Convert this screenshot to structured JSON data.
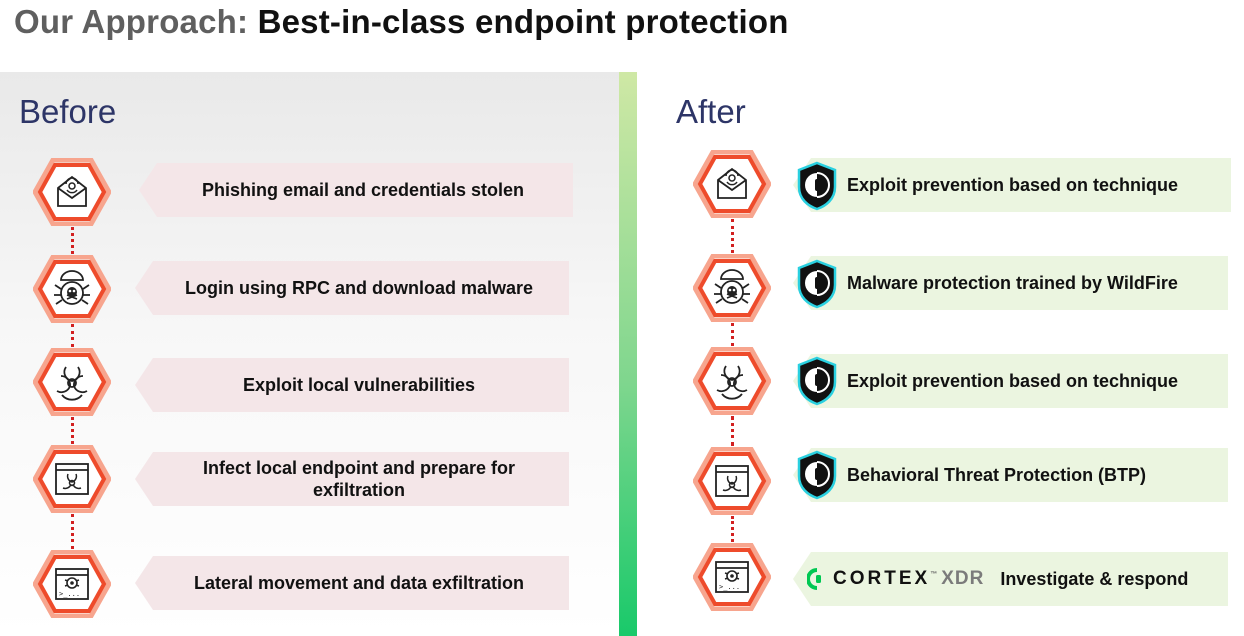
{
  "title": {
    "prefix": "Our Approach:",
    "main": "Best-in-class endpoint protection"
  },
  "before": {
    "heading": "Before",
    "steps": [
      {
        "label": "Phishing email and credentials stolen",
        "icon": "phishing-envelope-icon"
      },
      {
        "label": "Login using RPC and download malware",
        "icon": "malware-bug-icon"
      },
      {
        "label": "Exploit local vulnerabilities",
        "icon": "biohazard-icon"
      },
      {
        "label": "Infect local endpoint and prepare for exfiltration",
        "icon": "infected-window-icon"
      },
      {
        "label": "Lateral movement and data exfiltration",
        "icon": "terminal-virus-icon"
      }
    ]
  },
  "after": {
    "heading": "After",
    "steps": [
      {
        "label": "Exploit prevention based on technique",
        "icon": "cortex-shield-icon"
      },
      {
        "label": "Malware protection trained by WildFire",
        "icon": "cortex-shield-icon"
      },
      {
        "label": "Exploit prevention based on technique",
        "icon": "cortex-shield-icon"
      },
      {
        "label": "Behavioral Threat Protection (BTP)",
        "icon": "cortex-shield-icon"
      },
      {
        "label": "Investigate & respond",
        "icon": "cortex-xdr-logo"
      }
    ],
    "cortex_word": "CORTEX",
    "cortex_tm": "™",
    "xdr_word": "XDR"
  },
  "colors": {
    "hex_outer": "#ee4b2b",
    "hex_inner": "#f7a58e",
    "dots": "#d22020",
    "heading": "#2d3567",
    "shield_cyan": "#2ad0e0",
    "cortex_green": "#00c853"
  }
}
